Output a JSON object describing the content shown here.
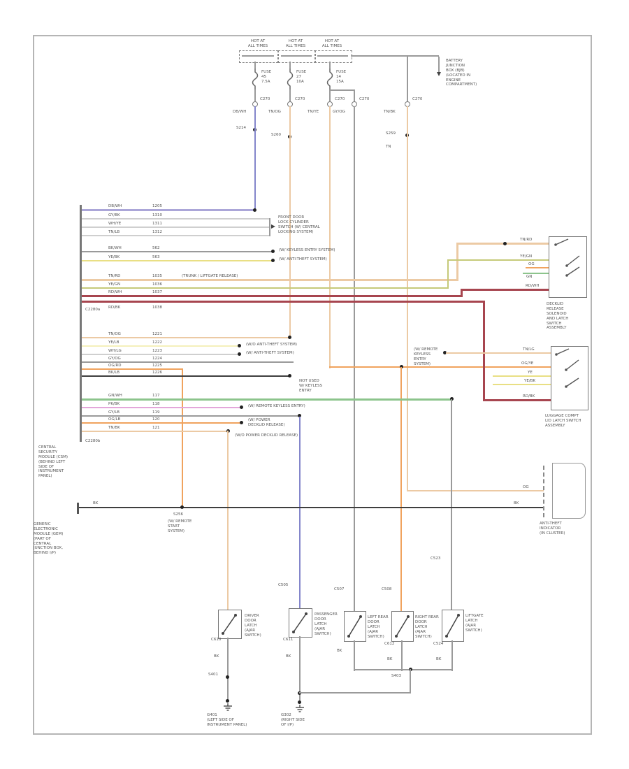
{
  "diagram": {
    "hot_label": [
      "HOT AT",
      "ALL TIMES"
    ],
    "fuse1": [
      "FUSE",
      "45",
      "7.5A"
    ],
    "fuse2": [
      "FUSE",
      "27",
      "10A"
    ],
    "fuse3": [
      "FUSE",
      "14",
      "15A"
    ],
    "bjb": [
      "BATTERY",
      "JUNCTION",
      "BOX (BJB)",
      "(LOCATED IN",
      "ENGINE",
      "COMPARTMENT)"
    ],
    "c270": "C270",
    "w1": "DB/WH",
    "w2": "TN/OG",
    "w3": "TN/YE",
    "w4": "GY/OG",
    "w5": "TN/BK",
    "s214": "S214",
    "s260": "S260",
    "s259": "S259",
    "s259b": "TN",
    "ca": "C2280a",
    "cb": "C2280b",
    "rows": [
      {
        "c1": "DB/WH",
        "c2": "1205"
      },
      {
        "c1": "GY/BK",
        "c2": "1310"
      },
      {
        "c1": "WH/YE",
        "c2": "1311"
      },
      {
        "c1": "TN/LB",
        "c2": "1312"
      },
      {
        "c1": "BK/WH",
        "c2": "562"
      },
      {
        "c1": "YE/BK",
        "c2": "563"
      },
      {
        "c1": "TN/RD",
        "c2": "1035"
      },
      {
        "c1": "YE/GN",
        "c2": "1036"
      },
      {
        "c1": "RD/WH",
        "c2": "1037"
      },
      {
        "c1": "RD/BK",
        "c2": "1038"
      },
      {
        "c1": "TN/OG",
        "c2": "1221"
      },
      {
        "c1": "YE/LB",
        "c2": "1222"
      },
      {
        "c1": "WH/LG",
        "c2": "1223"
      },
      {
        "c1": "GY/OG",
        "c2": "1224"
      },
      {
        "c1": "OG/RD",
        "c2": "1225"
      },
      {
        "c1": "BK/LB",
        "c2": "1226"
      },
      {
        "c1": "GN/WH",
        "c2": "117"
      },
      {
        "c1": "PK/BK",
        "c2": "118"
      },
      {
        "c1": "GY/LB",
        "c2": "119"
      },
      {
        "c1": "OG/LB",
        "c2": "120"
      },
      {
        "c1": "TN/BK",
        "c2": "121"
      }
    ],
    "ann_lock": [
      "FRONT DOOR",
      "LOCK CYLINDER",
      "SWITCH (W/ CENTRAL",
      "LOCKING SYSTEM)"
    ],
    "ann_keyless": "(W/ KEYLESS ENTRY SYSTEM)",
    "ann_at": "(W/ ANTI-THEFT SYSTEM)",
    "ann_trunk": "(TRUNK / LIFTGATE RELEASE)",
    "ann_wo_at": "(W/O ANTI-THEFT SYSTEM)",
    "ann_w_at": "(W/ ANTI-THEFT SYSTEM)",
    "ann_not_used": [
      "NOT USED",
      "W/ KEYLESS",
      "ENTRY"
    ],
    "ann_rke": "(W/ REMOTE KEYLESS ENTRY)",
    "ann_decklid": [
      "(W/ POWER",
      "DECKLID RELEASE)"
    ],
    "ann_wo_decklid": "(W/O POWER DECKLID RELEASE)",
    "s256": "S256",
    "ann_s256": [
      "(W/ REMOTE",
      "START",
      "SYSTEM)"
    ],
    "ann_keyless2": [
      "(W/ REMOTE",
      "KEYLESS",
      "ENTRY",
      "SYSTEM)"
    ],
    "csm": [
      "CENTRAL",
      "SECURITY",
      "MODULE (CSM)",
      "(BEHIND LEFT",
      "SIDE OF",
      "INSTRUMENT",
      "PANEL)"
    ],
    "gem": [
      "GENERIC",
      "ELECTRONIC",
      "MODULE (GEM)",
      "(PART OF",
      "CENTRAL",
      "JUNCTION BOX,",
      "BEHIND I/P)"
    ],
    "bk": "BK",
    "og": "OG",
    "rt": {
      "tan": "TN/RD",
      "olv": "YE/GN",
      "org": "OG",
      "grn": "GN",
      "red": "RD/WH",
      "red2": "RD/BK"
    },
    "rm": {
      "tan": "TN/LG",
      "org": "OG/YE",
      "y1": "YE",
      "y2": "YE/BK",
      "red": "RD/BK"
    },
    "u_text": [
      "DECKLID",
      "RELEASE",
      "SOLENOID",
      "AND LATCH",
      "SWITCH",
      "ASSEMBLY"
    ],
    "rm_below": [
      "LUGGAGE COMPT",
      "LID LATCH SWITCH",
      "ASSEMBLY"
    ],
    "ind_text": [
      "ANTI-THEFT",
      "INDICATOR",
      "(IN CLUSTER)"
    ],
    "sw": [
      {
        "lines": [
          "DRIVER",
          "DOOR",
          "LATCH",
          "(AJAR",
          "SWITCH)"
        ]
      },
      {
        "lines": [
          "PASSENGER",
          "DOOR",
          "LATCH",
          "(AJAR",
          "SWITCH)"
        ]
      },
      {
        "lines": [
          "LEFT REAR",
          "DOOR",
          "LATCH",
          "(AJAR",
          "SWITCH)"
        ]
      },
      {
        "lines": [
          "RIGHT REAR",
          "DOOR",
          "LATCH",
          "(AJAR",
          "SWITCH)"
        ]
      },
      {
        "lines": [
          "LIFTGATE",
          "LATCH",
          "(AJAR",
          "SWITCH)"
        ]
      }
    ],
    "bw": {
      "c610": "C610",
      "c611": "C611",
      "c612": "C612",
      "c505": "C505",
      "c507": "C507",
      "c508": "C508",
      "c523": "C523",
      "c524": "C524",
      "s401": "S401",
      "s403": "S403",
      "bk": "BK"
    },
    "g1": [
      "G401",
      "(LEFT SIDE OF",
      "INSTRUMENT PANEL)"
    ],
    "g2": [
      "G302",
      "(RIGHT SIDE",
      "OF I/P)"
    ]
  }
}
